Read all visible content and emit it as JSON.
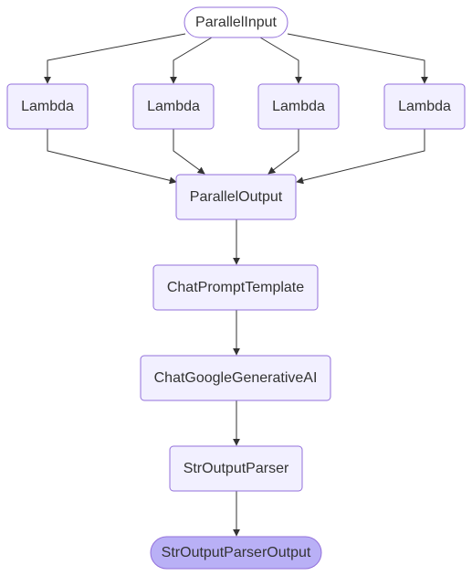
{
  "nodes": {
    "parallel_input": {
      "label": "ParallelInput"
    },
    "lambda_1": {
      "label": "Lambda"
    },
    "lambda_2": {
      "label": "Lambda"
    },
    "lambda_3": {
      "label": "Lambda"
    },
    "lambda_4": {
      "label": "Lambda"
    },
    "parallel_output": {
      "label": "ParallelOutput"
    },
    "chat_prompt_template": {
      "label": "ChatPromptTemplate"
    },
    "chat_google_generative_ai": {
      "label": "ChatGoogleGenerativeAI"
    },
    "str_output_parser": {
      "label": "StrOutputParser"
    },
    "str_output_parser_output": {
      "label": "StrOutputParserOutput"
    }
  },
  "edges": [
    {
      "from": "parallel_input",
      "to": "lambda_1"
    },
    {
      "from": "parallel_input",
      "to": "lambda_2"
    },
    {
      "from": "parallel_input",
      "to": "lambda_3"
    },
    {
      "from": "parallel_input",
      "to": "lambda_4"
    },
    {
      "from": "lambda_1",
      "to": "parallel_output"
    },
    {
      "from": "lambda_2",
      "to": "parallel_output"
    },
    {
      "from": "lambda_3",
      "to": "parallel_output"
    },
    {
      "from": "lambda_4",
      "to": "parallel_output"
    },
    {
      "from": "parallel_output",
      "to": "chat_prompt_template"
    },
    {
      "from": "chat_prompt_template",
      "to": "chat_google_generative_ai"
    },
    {
      "from": "chat_google_generative_ai",
      "to": "str_output_parser"
    },
    {
      "from": "str_output_parser",
      "to": "str_output_parser_output"
    }
  ],
  "colors": {
    "node_fill": "#f2f0ff",
    "node_stroke": "#9370db",
    "terminal_fill": "#b9b0f6",
    "edge": "#333333"
  }
}
